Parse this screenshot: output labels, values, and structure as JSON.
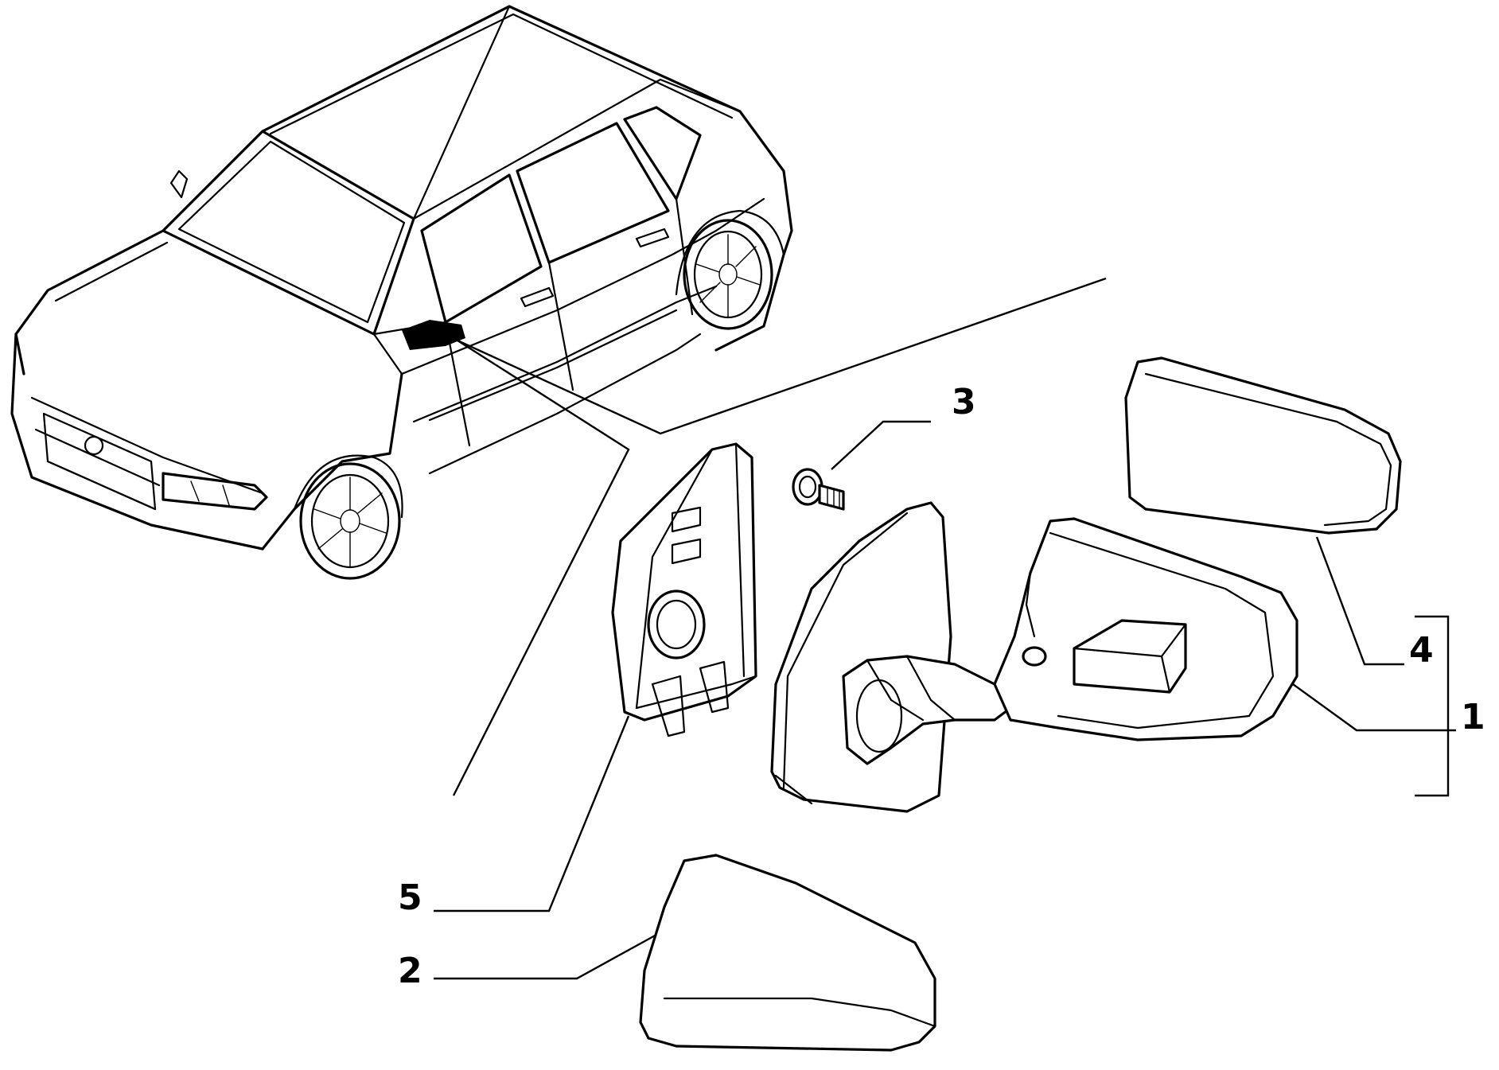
{
  "callouts": [
    {
      "id": "1",
      "label": "1"
    },
    {
      "id": "2",
      "label": "2"
    },
    {
      "id": "3",
      "label": "3"
    },
    {
      "id": "4",
      "label": "4"
    },
    {
      "id": "5",
      "label": "5"
    }
  ],
  "icons": {
    "car": "hatchback-car-outline",
    "mirror": "door-mirror-assembly"
  },
  "colors": {
    "line": "#000000",
    "background": "#ffffff"
  }
}
